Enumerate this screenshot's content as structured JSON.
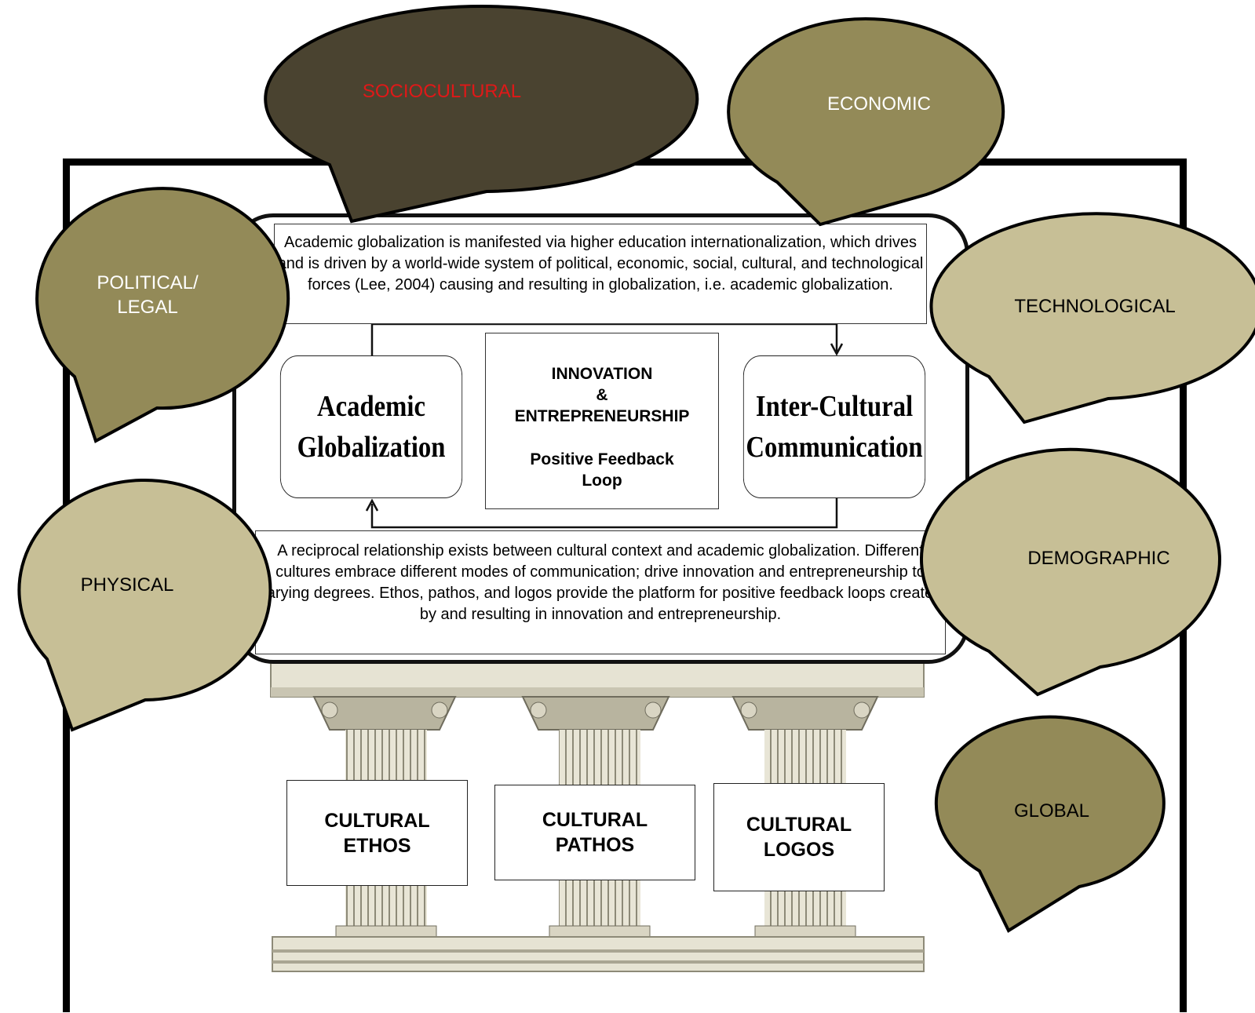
{
  "bubbles": {
    "sociocultural": "SOCIOCULTURAL",
    "economic": "ECONOMIC",
    "political_legal": "POLITICAL/\nLEGAL",
    "technological": "TECHNOLOGICAL",
    "physical": "PHYSICAL",
    "demographic": "DEMOGRAPHIC",
    "global": "GLOBAL"
  },
  "top_text": "Academic globalization is manifested via higher education internationalization, which drives and is driven by a world-wide system of political, economic, social, cultural, and technological forces (Lee, 2004) causing and resulting in globalization, i.e. academic globalization.",
  "academic_globalization": "Academic Globalization",
  "intercultural_communication": "Inter-Cultural Communication",
  "center": {
    "line1": "INNOVATION",
    "line2": "&",
    "line3": "ENTREPRENEURSHIP",
    "line4": "Positive Feedback Loop"
  },
  "bottom_text": "A reciprocal relationship exists between cultural context and academic globalization. Different cultures embrace different modes of communication; drive innovation and entrepreneurship to varying degrees. Ethos, pathos, and logos provide the platform for positive feedback loops created by and resulting in innovation and entrepreneurship.",
  "pillars": {
    "ethos": "CULTURAL ETHOS",
    "pathos": "CULTURAL PATHOS",
    "logos": "CULTURAL LOGOS"
  },
  "colors": {
    "dark_bubble": "#4a4330",
    "olive_bubble": "#938a58",
    "tan_bubble": "#c7bf96",
    "sociocultural_text": "#e01818",
    "light_text": "#ffffff",
    "dark_text": "#000000"
  }
}
